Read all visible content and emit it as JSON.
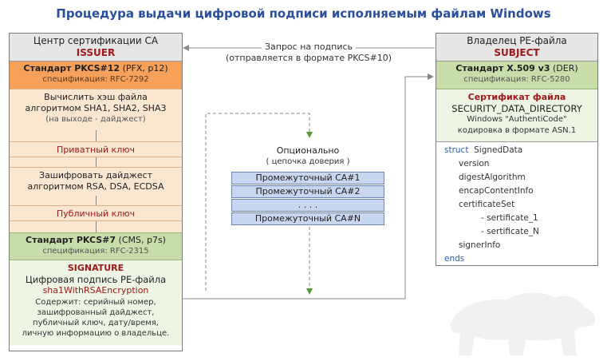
{
  "title": "Процедура выдачи цифровой подписи исполняемым файлам Windows",
  "request": {
    "line1": "Запрос на подпись",
    "line2": "(отправляется в формате PKCS#10)"
  },
  "issuer": {
    "name": "Центр сертификации CA",
    "role": "ISSUER",
    "pkcs12": {
      "std": "Стандарт PKCS#12",
      "fmt": "(PFX, p12)",
      "spec": "спецификация: RFC-7292"
    },
    "hash": {
      "line1": "Вычислить хэш файла",
      "line2": "алгоритмом SHA1, SHA2, SHA3",
      "line3": "(на выходе - дайджест)"
    },
    "private_key": "Приватный ключ",
    "encrypt": {
      "line1": "Зашифровать дайджест",
      "line2": "алгоритмом RSA, DSA, ECDSA"
    },
    "public_key": "Публичный ключ",
    "pkcs7": {
      "std": "Стандарт PKCS#7",
      "fmt": "(CMS, p7s)",
      "spec": "спецификация: RFC-2315"
    },
    "signature": {
      "label": "SIGNATURE",
      "desc": "Цифровая подпись PE-файла",
      "algo": "sha1WithRSAEncryption",
      "contents": [
        "Содержит: серийный номер,",
        "зашифрованный дайджест,",
        "публичный ключ, дату/время,",
        "личную информацию о владельце."
      ]
    }
  },
  "optional": {
    "line1": "Опционально",
    "line2": "( цепочка доверия )",
    "chain": [
      "Промежуточный CA#1",
      "Промежуточный CA#2",
      ". . . .",
      "Промежуточный CA#N"
    ]
  },
  "subject": {
    "name": "Владелец PE-файла",
    "role": "SUBJECT",
    "x509": {
      "std": "Стандарт X.509 v3",
      "fmt": "(DER)",
      "spec": "спецификация: RFC-5280"
    },
    "cert": {
      "label": "Сертификат файла",
      "dir": "SECURITY_DATA_DIRECTORY",
      "line1": "Windows \"AuthentiCode\"",
      "line2": "кодировка в формате ASN.1"
    },
    "code": {
      "kw_struct": "struct",
      "struct_name": "SignedData",
      "version": "version",
      "digest": "digestAlgorithm",
      "encap": "encapContentInfo",
      "certset": "certificateSet",
      "cert1": "- sertificate_1",
      "certn": "- sertificate_N",
      "signer": "signerInfo",
      "kw_ends": "ends"
    }
  }
}
